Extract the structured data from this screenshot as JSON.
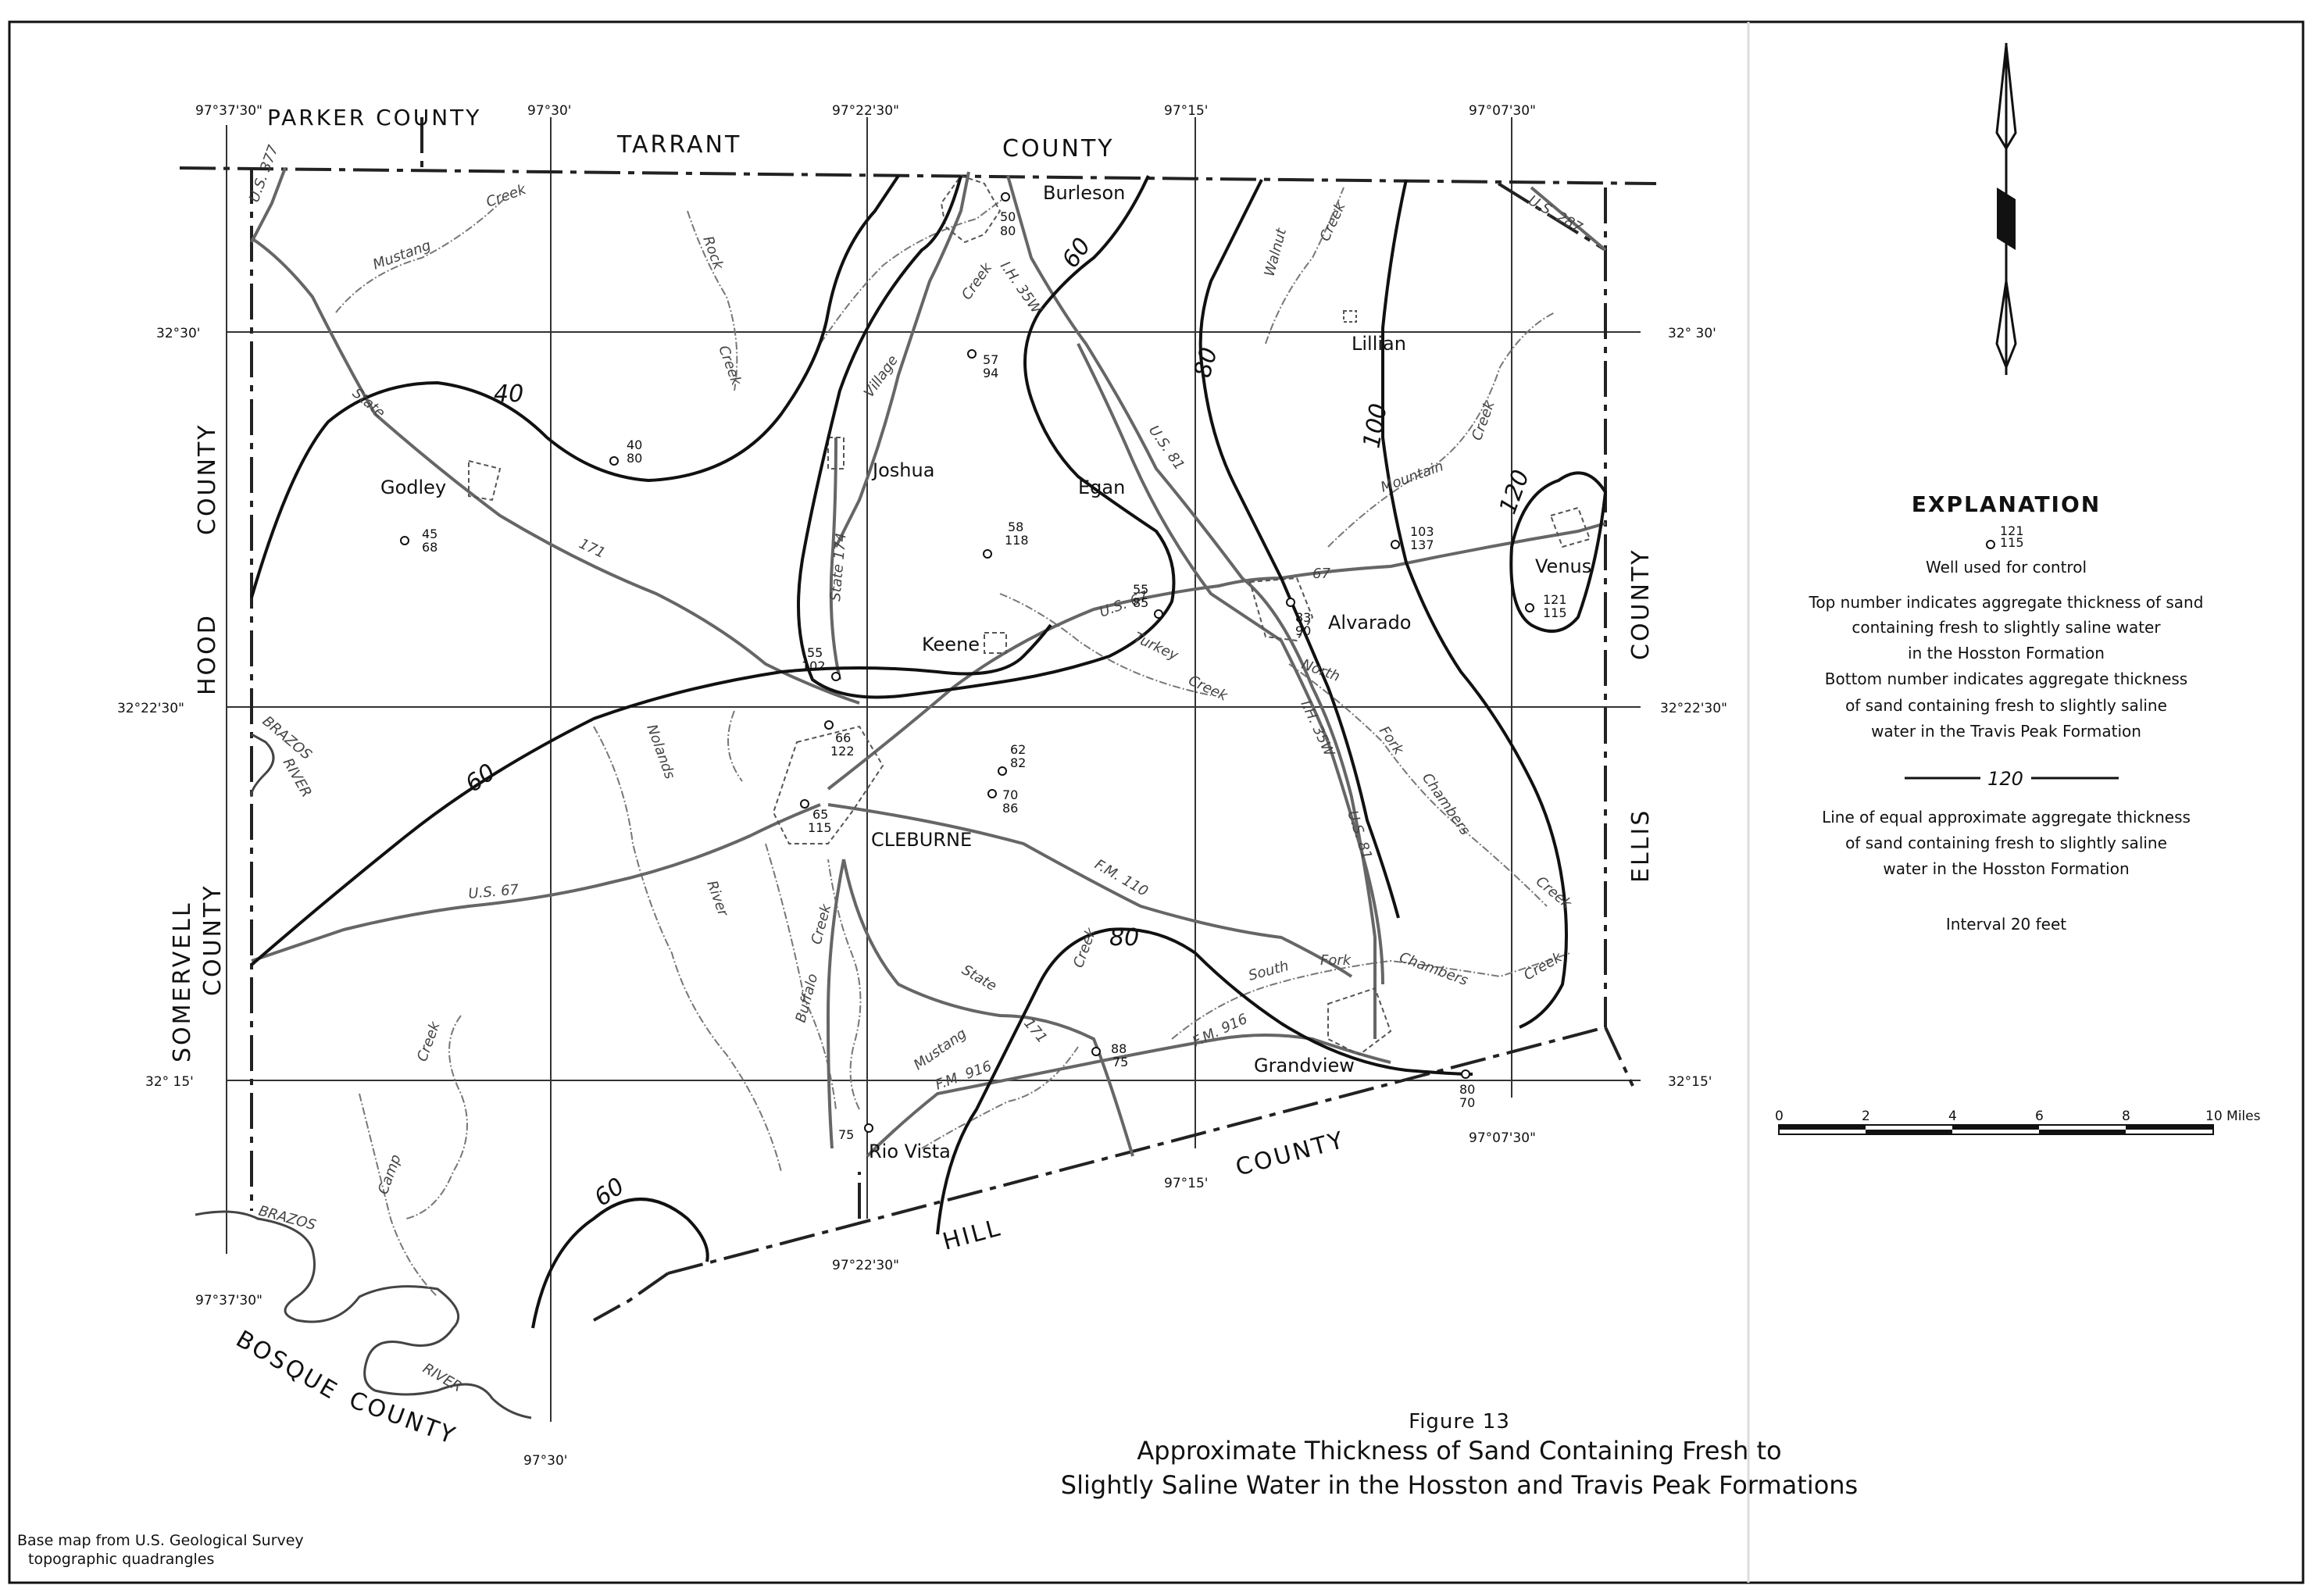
{
  "counties": {
    "parker": "PARKER COUNTY",
    "tarrant": "TARRANT",
    "tarrant_county": "COUNTY",
    "hood": "HOOD",
    "hood_county": "COUNTY",
    "somervell": "SOMERVELL",
    "somervell_county": "COUNTY",
    "bosque": "BOSQUE",
    "bosque_county": "COUNTY",
    "hill": "HILL",
    "hill_county": "COUNTY",
    "ellis": "ELLIS",
    "ellis_county": "COUNTY"
  },
  "coords": {
    "top_1": "97°37'30\"",
    "top_2": "97°30'",
    "top_3": "97°22'30\"",
    "top_4": "97°15'",
    "top_5": "97°07'30\"",
    "left_1": "32°30'",
    "left_2": "32°22'30\"",
    "left_3": "32° 15'",
    "right_1": "32° 30'",
    "right_2": "32°22'30\"",
    "right_3": "32°15'",
    "bot_1": "97°37'30\"",
    "bot_2": "97°30'",
    "bot_3": "97°22'30\"",
    "bot_4": "97°15'",
    "bot_5": "97°07'30\""
  },
  "towns": {
    "burleson": "Burleson",
    "lillian": "Lillian",
    "godley": "Godley",
    "joshua": "Joshua",
    "egan": "Egan",
    "keene": "Keene",
    "alvarado": "Alvarado",
    "venus": "Venus",
    "cleburne": "CLEBURNE",
    "grandview": "Grandview",
    "rio_vista": "Rio Vista"
  },
  "wells": [
    {
      "id": "burleson",
      "top": "50",
      "bottom": "80"
    },
    {
      "id": "village-creek",
      "top": "57",
      "bottom": "94"
    },
    {
      "id": "godley-east",
      "top": "40",
      "bottom": "80"
    },
    {
      "id": "godley-west",
      "top": "45",
      "bottom": "68"
    },
    {
      "id": "joshua-south",
      "top": "58",
      "bottom": "118"
    },
    {
      "id": "egan-south",
      "top": "55",
      "bottom": "85"
    },
    {
      "id": "alvarado",
      "top": "83",
      "bottom": "90"
    },
    {
      "id": "alvarado-ne",
      "top": "103",
      "bottom": "137"
    },
    {
      "id": "venus",
      "top": "121",
      "bottom": "115"
    },
    {
      "id": "keene-west",
      "top": "55",
      "bottom": "102"
    },
    {
      "id": "cleburne-north",
      "top": "66",
      "bottom": "122"
    },
    {
      "id": "cleburne-east-1",
      "top": "62",
      "bottom": "82"
    },
    {
      "id": "cleburne-east-2",
      "top": "70",
      "bottom": "86"
    },
    {
      "id": "cleburne-west",
      "top": "65",
      "bottom": "115"
    },
    {
      "id": "mustang",
      "top": "88",
      "bottom": "75"
    },
    {
      "id": "grandview",
      "top": "80",
      "bottom": "70"
    },
    {
      "id": "rio-vista",
      "top": "75",
      "bottom": ""
    }
  ],
  "roads": {
    "us377": "U.S. 377",
    "us287": "U.S. 287",
    "ih35w_north": "I.H. 35W",
    "ih35w_south": "I.H. 35W",
    "us81_north": "U.S. 81",
    "us81_south": "U.S. 81",
    "state171_north": "171",
    "state171_south": "171",
    "state174": "State 174",
    "us67_west": "U.S. 67",
    "us67_east": "67",
    "us67_mid": "U.S. 67",
    "fm110": "F.M. 110",
    "fm916_west": "F.M. 916",
    "fm916_east": "F.M. 916",
    "state_godley": "State",
    "state_south": "State"
  },
  "streams": {
    "mustang_creek_north": "Mustang",
    "creek_north": "Creek",
    "rock_creek": "Rock",
    "rock_creek_2": "Creek",
    "village": "Village",
    "village_creek": "Creek",
    "walnut": "Walnut",
    "walnut_creek": "Creek",
    "mountain": "Mountain",
    "mountain_creek": "Creek",
    "turkey": "Turkey",
    "turkey_creek": "Creek",
    "north": "North",
    "fork": "Fork",
    "chambers": "Chambers",
    "chambers_creek": "Creek",
    "south": "South",
    "south_fork": "Fork",
    "south_chambers": "Chambers",
    "south_creek": "Creek",
    "nolands": "Nolands",
    "nolands_river": "River",
    "buffalo": "Buffalo",
    "buffalo_creek": "Creek",
    "mustang_south": "Mustang",
    "mustang_creek_south": "Creek",
    "camp": "Camp",
    "camp_creek": "Creek",
    "brazos": "BRAZOS",
    "brazos_river": "RIVER",
    "brazos_south": "BRAZOS",
    "river_south": "RIVER"
  },
  "contour_labels": {
    "c40": "40",
    "c60_north": "60",
    "c80_north": "80",
    "c100": "100",
    "c120": "120",
    "c60_west": "60",
    "c80_south": "80",
    "c60_south": "60"
  },
  "explanation": {
    "title": "EXPLANATION",
    "sample_top": "121",
    "sample_bottom": "115",
    "well_label": "Well used for control",
    "top_desc": [
      "Top number indicates aggregate thickness of sand",
      "containing fresh to slightly saline water",
      "in the Hosston Formation"
    ],
    "bottom_desc": [
      "Bottom number indicates aggregate thickness",
      "of sand containing fresh to slightly saline",
      "water in the Travis Peak Formation"
    ],
    "line_value": "120",
    "line_desc": [
      "Line of equal approximate aggregate thickness",
      "of sand containing fresh to slightly saline",
      "water in the Hosston Formation"
    ],
    "interval": "Interval 20 feet"
  },
  "scale": {
    "ticks": [
      "0",
      "2",
      "4",
      "6",
      "8",
      "10 Miles"
    ]
  },
  "figure": {
    "number": "Figure 13",
    "title_line1": "Approximate Thickness of Sand Containing Fresh to",
    "title_line2": "Slightly Saline Water in the Hosston and Travis Peak Formations"
  },
  "source": {
    "line1": "Base map from U.S. Geological Survey",
    "line2": "topographic quadrangles"
  }
}
